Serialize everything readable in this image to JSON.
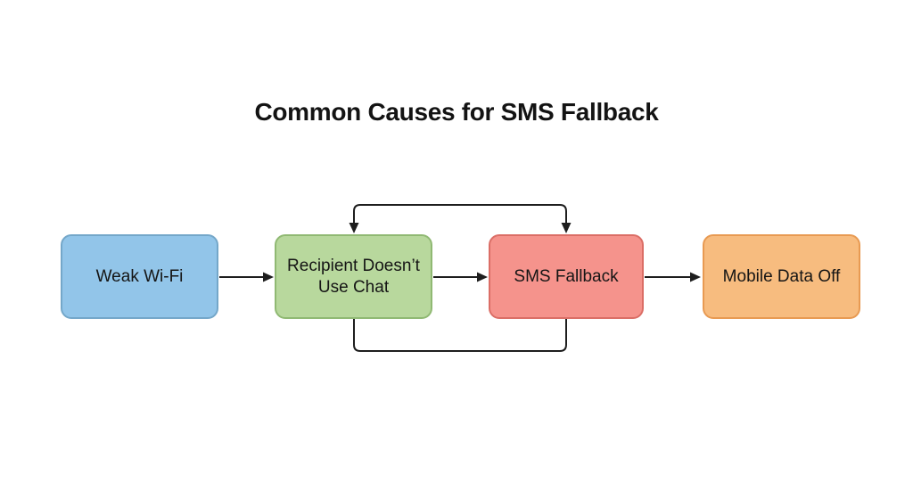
{
  "title": "Common Causes for SMS Fallback",
  "diagram": {
    "connector_color": "#1e1e1e",
    "nodes": [
      {
        "id": "weak-wifi",
        "label": "Weak Wi-Fi",
        "fill": "#92c5e9",
        "border": "#74a7c9"
      },
      {
        "id": "recipient-doesnt-use-chat",
        "label": "Recipient Doesn’t Use Chat",
        "fill": "#b8d89d",
        "border": "#90b973"
      },
      {
        "id": "sms-fallback",
        "label": "SMS Fallback",
        "fill": "#f5938c",
        "border": "#db6e66"
      },
      {
        "id": "mobile-data-off",
        "label": "Mobile Data Off",
        "fill": "#f7bc7f",
        "border": "#e89a52"
      }
    ],
    "edges": [
      {
        "from": "weak-wifi",
        "to": "recipient-doesnt-use-chat",
        "style": "arrow-right"
      },
      {
        "from": "recipient-doesnt-use-chat",
        "to": "sms-fallback",
        "style": "arrow-right"
      },
      {
        "from": "sms-fallback",
        "to": "mobile-data-off",
        "style": "arrow-right"
      },
      {
        "from": "recipient-doesnt-use-chat",
        "to": "sms-fallback",
        "style": "double-headed-arc-top"
      },
      {
        "from": "recipient-doesnt-use-chat",
        "to": "sms-fallback",
        "style": "plain-arc-bottom"
      }
    ]
  }
}
